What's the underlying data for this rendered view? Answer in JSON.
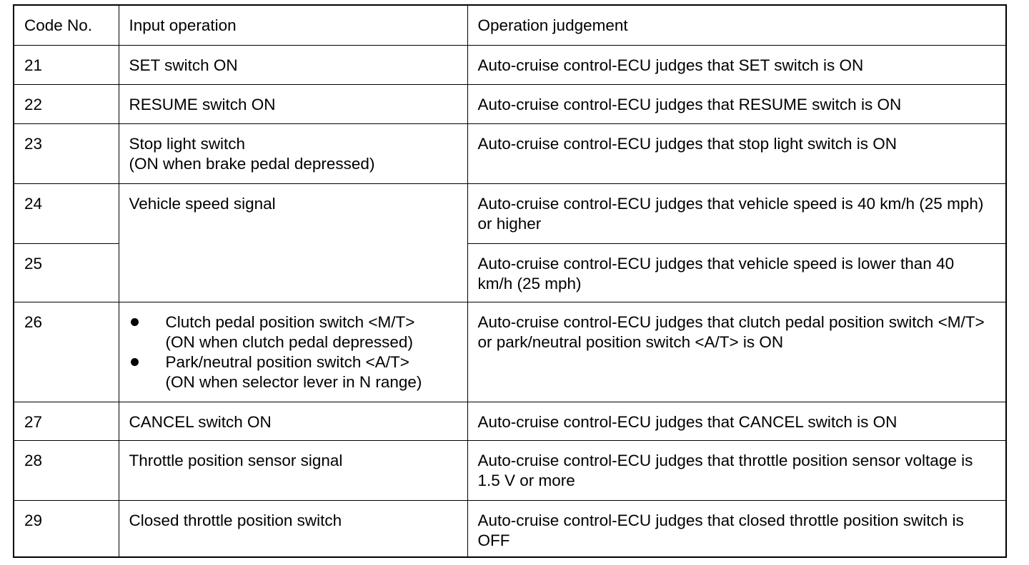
{
  "headers": {
    "code": "Code No.",
    "input": "Input operation",
    "judgement": "Operation judgement"
  },
  "rows": [
    {
      "code": "21",
      "input": "SET switch ON",
      "judgement": "Auto-cruise control-ECU judges that SET switch is ON"
    },
    {
      "code": "22",
      "input": "RESUME switch ON",
      "judgement": "Auto-cruise control-ECU judges that RESUME switch is ON"
    },
    {
      "code": "23",
      "input_line1": "Stop light switch",
      "input_line2": "(ON when brake pedal depressed)",
      "judgement": "Auto-cruise control-ECU judges that stop light switch is ON"
    },
    {
      "code": "24",
      "input": "Vehicle speed signal",
      "judgement": "Auto-cruise control-ECU judges that vehicle speed is 40 km/h (25 mph) or higher"
    },
    {
      "code": "25",
      "judgement": "Auto-cruise control-ECU judges that vehicle speed is lower than 40 km/h (25 mph)"
    },
    {
      "code": "26",
      "bullets": [
        {
          "line1": "Clutch pedal position switch <M/T>",
          "line2": "(ON when clutch pedal depressed)"
        },
        {
          "line1": "Park/neutral position switch <A/T>",
          "line2": "(ON when selector lever in N range)"
        }
      ],
      "judgement": "Auto-cruise control-ECU judges that clutch pedal position switch <M/T> or park/neutral position switch <A/T> is ON"
    },
    {
      "code": "27",
      "input": "CANCEL switch ON",
      "judgement": "Auto-cruise control-ECU judges that CANCEL switch is ON"
    },
    {
      "code": "28",
      "input": "Throttle position sensor signal",
      "judgement": "Auto-cruise control-ECU judges that throttle position sensor voltage is 1.5 V or more"
    },
    {
      "code": "29",
      "input": "Closed throttle position switch",
      "judgement": "Auto-cruise control-ECU judges that closed throttle position switch is OFF"
    }
  ]
}
